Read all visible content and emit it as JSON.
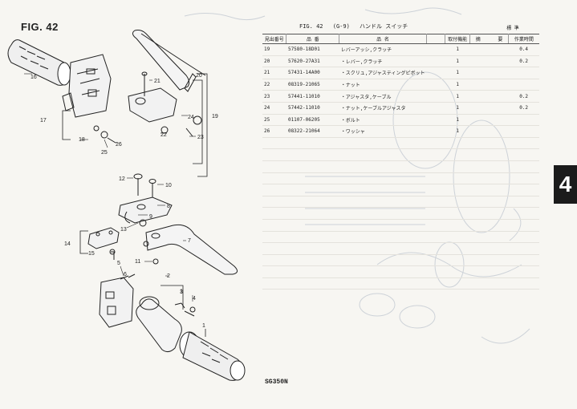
{
  "figure": {
    "title": "FIG. 42",
    "model": "SG350N"
  },
  "table": {
    "caption_fig": "FIG. 42",
    "caption_code": "(G-9)",
    "caption_name": "ハンドル スイッチ",
    "header_group": "標 準",
    "headers": [
      "見出番号",
      "品 番",
      "品 名",
      "取付機能",
      "摘",
      "要",
      "作業時間"
    ],
    "rows": [
      {
        "ref": "19",
        "pn": "57580-18D01",
        "desc": "レバーアッシ,クラッチ",
        "qty": "1",
        "time": "0.4"
      },
      {
        "ref": "20",
        "pn": "57620-27A31",
        "desc": "・レバー,クラッチ",
        "qty": "1",
        "time": "0.2"
      },
      {
        "ref": "21",
        "pn": "57431-14A00",
        "desc": "・スクリュ,アジャスティングピボット",
        "qty": "1",
        "time": ""
      },
      {
        "ref": "22",
        "pn": "08319-21065",
        "desc": "・ナット",
        "qty": "1",
        "time": ""
      },
      {
        "ref": "23",
        "pn": "57441-11010",
        "desc": "・アジャスタ,ケーブル",
        "qty": "1",
        "time": "0.2"
      },
      {
        "ref": "24",
        "pn": "57442-11010",
        "desc": "・ナット,ケーブルアジャスタ",
        "qty": "1",
        "time": "0.2"
      },
      {
        "ref": "25",
        "pn": "01107-06205",
        "desc": "・ボルト",
        "qty": "1",
        "time": ""
      },
      {
        "ref": "26",
        "pn": "08322-21064",
        "desc": "・ワッシャ",
        "qty": "1",
        "time": ""
      }
    ]
  },
  "diagram": {
    "callouts": [
      "1",
      "2",
      "3",
      "4",
      "5",
      "6",
      "7",
      "8",
      "9",
      "10",
      "11",
      "12",
      "13",
      "14",
      "15",
      "16",
      "17",
      "18",
      "19",
      "20",
      "21",
      "22",
      "23",
      "24",
      "25",
      "26"
    ]
  },
  "section_tab": "4",
  "colors": {
    "ink": "#222222",
    "paper": "#f7f6f2",
    "tab": "#1b1b1b"
  }
}
